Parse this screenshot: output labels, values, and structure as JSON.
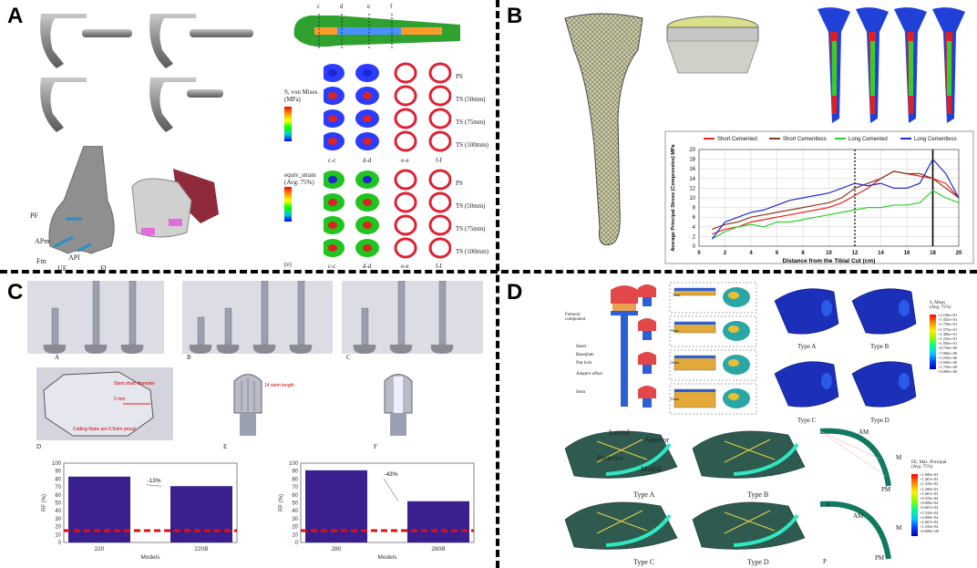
{
  "panels": {
    "A": {
      "label": "A",
      "stress_rows": [
        "PS",
        "TS (50mm)",
        "TS (75mm)",
        "TS (100mm)"
      ],
      "strain_rows": [
        "PS",
        "TS (50mm)",
        "TS (75mm)",
        "TS (100mm)"
      ],
      "sections": [
        "c-c",
        "d-d",
        "e-e",
        "f-f"
      ],
      "section_letters": [
        "c",
        "d",
        "e",
        "f"
      ],
      "legend1_title": "S, von Mises\n(MPa)",
      "legend2_title": "equiv_strain\n(Avg: 75%)",
      "sub_label": "(e)",
      "bone_labels": [
        "PF",
        "APm",
        "Fm",
        "APl",
        "UE",
        "Fl"
      ]
    },
    "B": {
      "label": "B"
    },
    "C": {
      "label": "C",
      "row_letters": [
        "A",
        "B",
        "C"
      ],
      "detail_letters": [
        "D",
        "E",
        "F"
      ],
      "detail_texts": [
        "Stem shaft diameter",
        "2 mm",
        "Cutting flutes are 0.5mm proud",
        "14 stem length"
      ],
      "chart_left_pct": "-13%",
      "chart_right_pct": "-43%"
    },
    "D": {
      "label": "D",
      "component_labels": [
        "Femoral component",
        "Insert",
        "Baseplate",
        "Nut lock",
        "Adaptor offset",
        "Stem"
      ],
      "type_labels": [
        "Type A",
        "Type B",
        "Type C",
        "Type D"
      ],
      "dir_labels": [
        "Lateral",
        "Anterior",
        "Posterior",
        "Medial"
      ],
      "legend1_title": "S, Mises\n(Avg: 75%)",
      "legend1_values": [
        "+2.100e+01",
        "+1.925e+01",
        "+1.750e+01",
        "+1.575e+01",
        "+1.400e+01",
        "+1.225e+01",
        "+1.050e+01",
        "+8.750e+00",
        "+7.000e+00",
        "+5.250e+00",
        "+3.500e+00",
        "+1.750e+00",
        "+0.000e+00"
      ],
      "legend2_title": "EE, Max. Principal\n(Avg: 75%)",
      "legend2_values": [
        "+1.600e-03",
        "+1.467e-03",
        "+1.333e-03",
        "+1.200e-03",
        "+1.067e-03",
        "+9.333e-04",
        "+8.000e-04",
        "+6.667e-04",
        "+5.333e-04",
        "+4.000e-04",
        "+2.667e-04",
        "+1.333e-04",
        "+0.000e+00"
      ],
      "region_labels": [
        "AM",
        "M",
        "PM",
        "A",
        "P"
      ],
      "stem_sizes": [
        "5mm",
        "50mm",
        "10mm",
        "25mm"
      ]
    }
  },
  "chart_data": [
    {
      "type": "line",
      "xlabel": "Distance from the Tibial Cut (cm)",
      "ylabel": "Average Principal Stress (Compressive) MPa",
      "xlim": [
        0,
        20
      ],
      "ylim": [
        0,
        20
      ],
      "xticks": [
        0,
        2,
        4,
        6,
        8,
        10,
        12,
        14,
        16,
        18,
        20
      ],
      "yticks": [
        0,
        2,
        4,
        6,
        8,
        10,
        12,
        14,
        16,
        18,
        20
      ],
      "legend": "top",
      "grid": true,
      "vlines_dotted": [
        12
      ],
      "vlines_solid": [
        18
      ],
      "series": [
        {
          "name": "Short Cemented",
          "color": "#e8251f",
          "x": [
            1,
            2,
            3,
            4,
            5,
            6,
            7,
            8,
            9,
            10,
            11,
            12,
            13,
            14,
            15,
            16,
            17,
            18,
            19,
            20
          ],
          "values": [
            2.5,
            3.5,
            4,
            5,
            5.5,
            6,
            6.5,
            7,
            7.5,
            8,
            9,
            10.5,
            12,
            14,
            15.5,
            15,
            14.5,
            14,
            13,
            10
          ]
        },
        {
          "name": "Short Cementless",
          "color": "#8b3a1a",
          "x": [
            1,
            2,
            3,
            4,
            5,
            6,
            7,
            8,
            9,
            10,
            11,
            12,
            13,
            14,
            15,
            16,
            17,
            18,
            19,
            20
          ],
          "values": [
            3.5,
            4.5,
            5,
            6,
            6.5,
            7,
            7.5,
            8,
            8.5,
            9,
            10,
            12,
            13,
            14,
            15.5,
            15,
            15,
            14,
            12,
            10
          ]
        },
        {
          "name": "Long Cemented",
          "color": "#2bd12b",
          "x": [
            1,
            2,
            3,
            4,
            5,
            6,
            7,
            8,
            9,
            10,
            11,
            12,
            13,
            14,
            15,
            16,
            17,
            18,
            19,
            20
          ],
          "values": [
            1.5,
            3,
            4,
            4.5,
            4,
            5,
            5,
            5.5,
            6,
            6.5,
            7,
            7.5,
            8,
            8,
            8.5,
            8.5,
            9,
            11.5,
            10,
            9
          ]
        },
        {
          "name": "Long Cementless",
          "color": "#1f2bd1",
          "x": [
            1,
            2,
            3,
            4,
            5,
            6,
            7,
            8,
            9,
            10,
            11,
            12,
            13,
            14,
            15,
            16,
            17,
            18,
            19,
            20
          ],
          "values": [
            1.5,
            5,
            6,
            7,
            7.5,
            8.5,
            9.5,
            10,
            10.5,
            11,
            12,
            13,
            12.5,
            13,
            12,
            12,
            13,
            18,
            15,
            10
          ]
        }
      ]
    },
    {
      "type": "bar",
      "categories": [
        "220",
        "220B"
      ],
      "values": [
        83,
        71
      ],
      "xlabel": "Models",
      "ylabel": "RF (%)",
      "ylim": [
        0,
        100
      ],
      "yticks": [
        0,
        10,
        20,
        30,
        40,
        50,
        60,
        70,
        80,
        90,
        100
      ],
      "threshold": 15,
      "annotation": "-13%",
      "color": "#3a1f8f"
    },
    {
      "type": "bar",
      "categories": [
        "280",
        "280B"
      ],
      "values": [
        91,
        52
      ],
      "xlabel": "Models",
      "ylabel": "RF (%)",
      "ylim": [
        0,
        100
      ],
      "yticks": [
        0,
        10,
        20,
        30,
        40,
        50,
        60,
        70,
        80,
        90,
        100
      ],
      "threshold": 15,
      "annotation": "-43%",
      "color": "#3a1f8f"
    }
  ]
}
